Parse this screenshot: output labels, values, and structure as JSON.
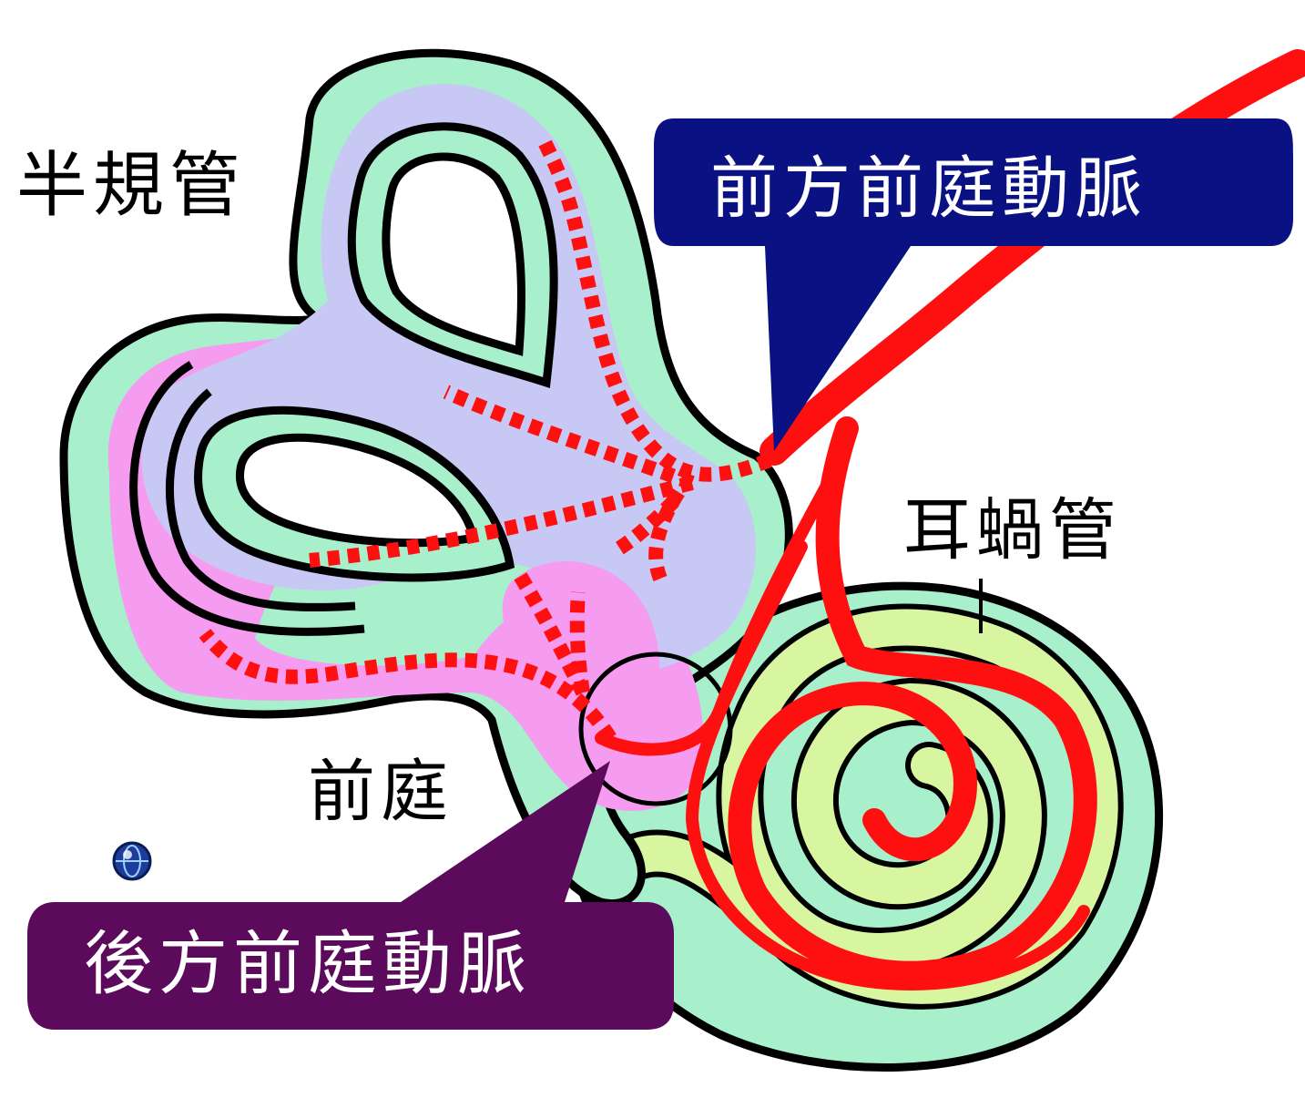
{
  "labels": {
    "semicircular_canals": "半規管",
    "cochlea": "耳蝸管",
    "vestibule": "前庭"
  },
  "callouts": {
    "anterior_vestibular_artery": "前方前庭動脈",
    "posterior_vestibular_artery": "後方前庭動脈"
  },
  "colors": {
    "outer_layer": "#a8f0cc",
    "membranous_labyrinth": "#c8c8f4",
    "pink_region": "#f59cf0",
    "cochlea_fill": "#d8f5a0",
    "artery": "#ff1010",
    "anterior_callout": "#0a1182",
    "posterior_callout": "#5c0a5c",
    "outline": "#000000"
  },
  "icons": {
    "corner_logo": "globe-logo-icon"
  }
}
